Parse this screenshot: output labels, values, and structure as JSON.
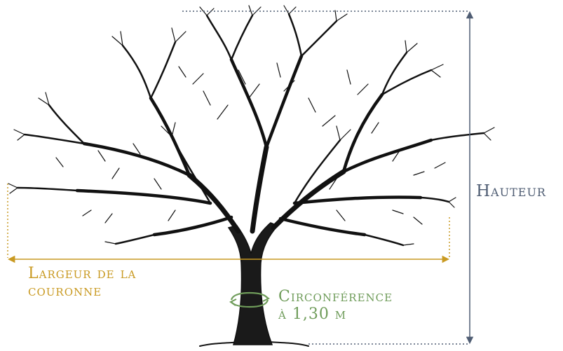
{
  "labels": {
    "height": "Hauteur",
    "crown_width_line1": "Largeur de la",
    "crown_width_line2": "couronne",
    "circumference_line1": "Circonférence",
    "circumference_line2": "à 1,30 m"
  },
  "colors": {
    "height": "#4f5d73",
    "crown_width": "#c99a22",
    "circumference": "#6f9c5a",
    "tree_ink": "#111111",
    "background": "#ffffff"
  },
  "icons": {
    "tree": "tree-illustration-icon",
    "circumference": "circular-arrow-icon"
  }
}
